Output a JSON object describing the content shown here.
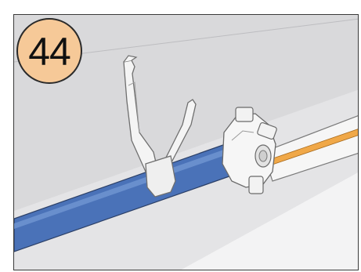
{
  "step": {
    "number": "44"
  },
  "colors": {
    "badge_fill": "#f6c998",
    "rod_blue": "#4a72b8",
    "stripe_orange": "#f0a848",
    "background_gray": "#d9d9db",
    "part_white": "#f4f4f4"
  },
  "illustration": {
    "parts": [
      "blue-rod",
      "y-connector",
      "hub-connector",
      "rod-with-orange-stripe"
    ]
  }
}
